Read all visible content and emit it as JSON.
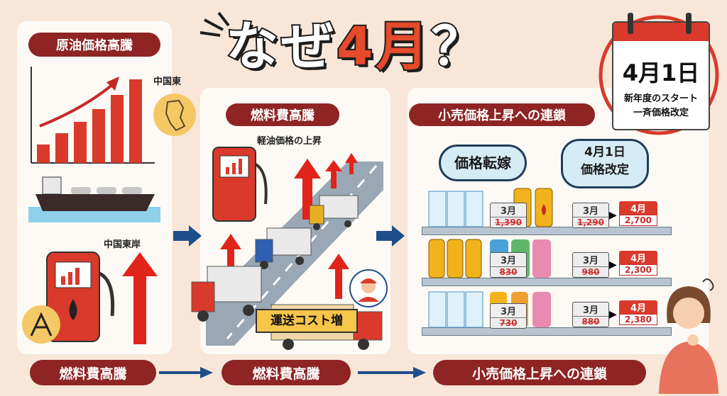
{
  "headline": {
    "prefix": "なぜ",
    "accent": "4月",
    "suffix": "？"
  },
  "calendar": {
    "date": "4月1日",
    "line1": "新年度のスタート",
    "line2": "一斉価格改定"
  },
  "panel1": {
    "title": "原油価格高騰",
    "map_label": "中国東",
    "coast_label": "中国東岸"
  },
  "panel2": {
    "title": "燃料費高騰",
    "diesel_label": "軽油価格の上昇",
    "cost_sign": "運送コスト増"
  },
  "panel3": {
    "title": "小売価格上昇への連鎖",
    "bubble_left": "価格転嫁",
    "bubble_right_1": "4月1日",
    "bubble_right_2": "価格改定",
    "old_tags": [
      {
        "month": "3月",
        "price": "1,390"
      },
      {
        "month": "3月",
        "price": "830"
      },
      {
        "month": "3月",
        "price": "730"
      }
    ],
    "change_tags": [
      {
        "old_month": "3月",
        "old_price": "1,290",
        "new_month": "4月",
        "new_price": "2,700"
      },
      {
        "old_month": "3月",
        "old_price": "980",
        "new_month": "4月",
        "new_price": "2,300"
      },
      {
        "old_month": "3月",
        "old_price": "880",
        "new_month": "4月",
        "new_price": "2,380"
      }
    ]
  },
  "footer": {
    "label1": "燃料費高騰",
    "label2": "燃料費高騰",
    "label3": "小売価格上昇への連鎖"
  },
  "colors": {
    "accent_red": "#d93a2b",
    "dark_red": "#8e2424",
    "navy_arrow": "#1f4e8c",
    "background": "#f8e7d8"
  }
}
